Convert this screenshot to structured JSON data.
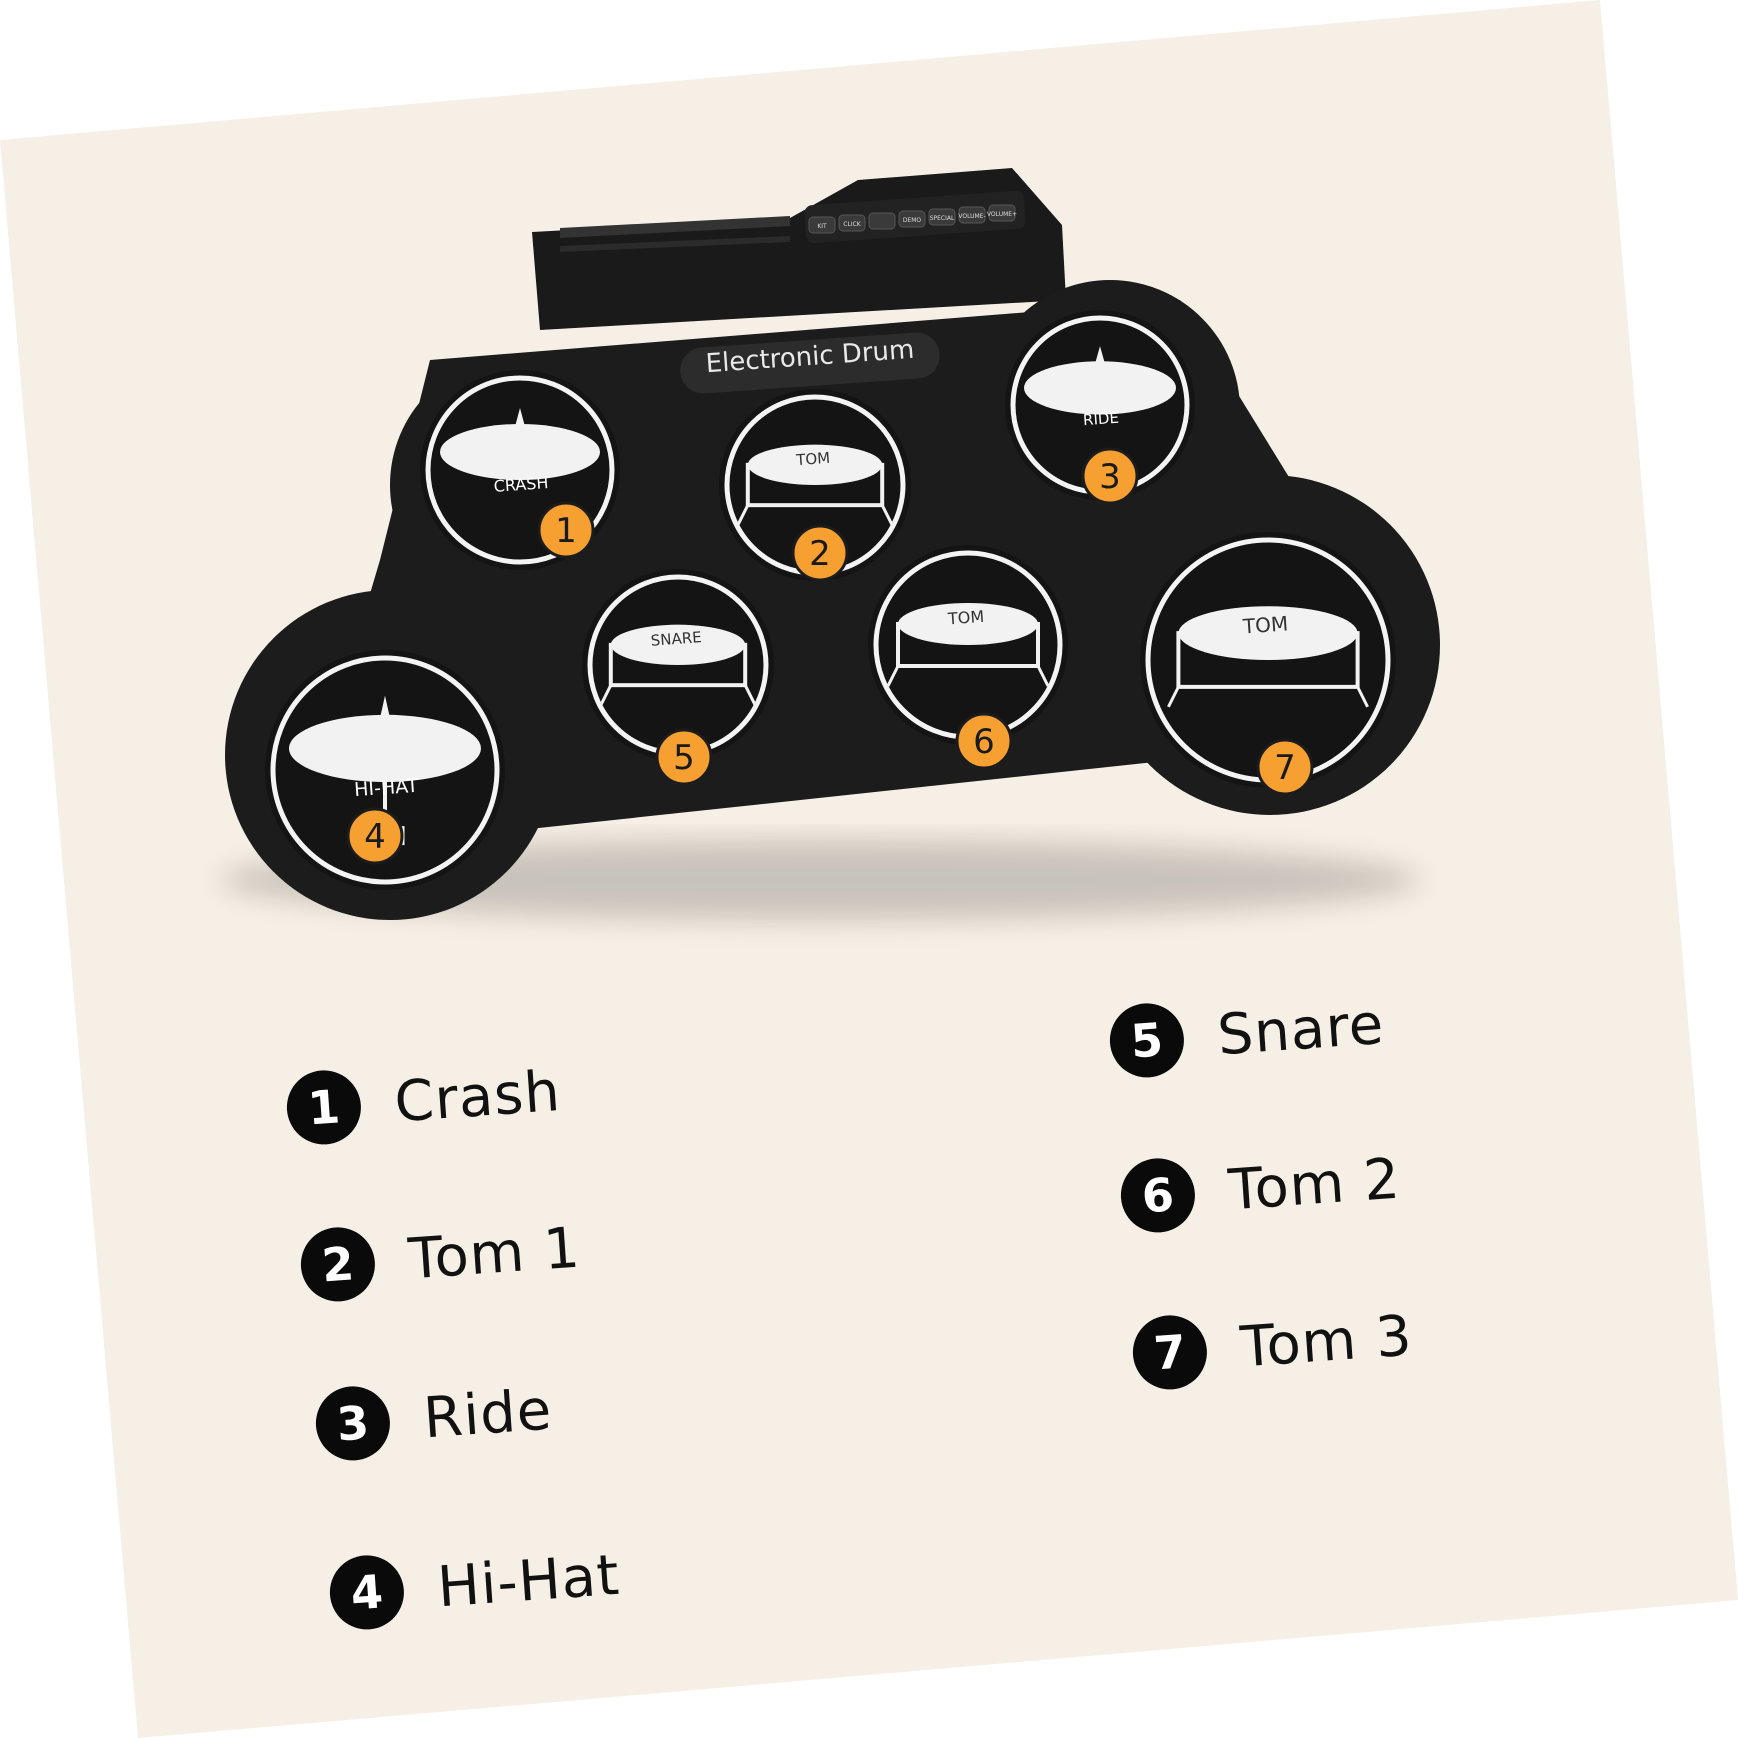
{
  "colors": {
    "card": "#f6efe5",
    "pad": "#1c1c1c",
    "pad_ring": "#f4f4f4",
    "marker": "#f5a030",
    "legend_badge": "#0a0a0a",
    "legend_text": "#111111"
  },
  "device": {
    "brand_label": "Electronic Drum",
    "buttons": [
      "KIT",
      "CLICK",
      "",
      "DEMO",
      "SPECIAL",
      "VOLUME-",
      "VOLUME+"
    ]
  },
  "pads": [
    {
      "number": "1",
      "label": "CRASH",
      "icon": "cymbal-icon"
    },
    {
      "number": "2",
      "label": "TOM",
      "icon": "drum-icon"
    },
    {
      "number": "3",
      "label": "RIDE",
      "icon": "cymbal-icon"
    },
    {
      "number": "4",
      "label": "HI-HAT",
      "icon": "hihat-icon"
    },
    {
      "number": "5",
      "label": "SNARE",
      "icon": "drum-icon"
    },
    {
      "number": "6",
      "label": "TOM",
      "icon": "drum-icon"
    },
    {
      "number": "7",
      "label": "TOM",
      "icon": "drum-icon"
    }
  ],
  "legend": [
    {
      "number": "1",
      "label": "Crash"
    },
    {
      "number": "2",
      "label": "Tom 1"
    },
    {
      "number": "3",
      "label": "Ride"
    },
    {
      "number": "4",
      "label": "Hi-Hat"
    },
    {
      "number": "5",
      "label": "Snare"
    },
    {
      "number": "6",
      "label": "Tom 2"
    },
    {
      "number": "7",
      "label": "Tom 3"
    }
  ]
}
